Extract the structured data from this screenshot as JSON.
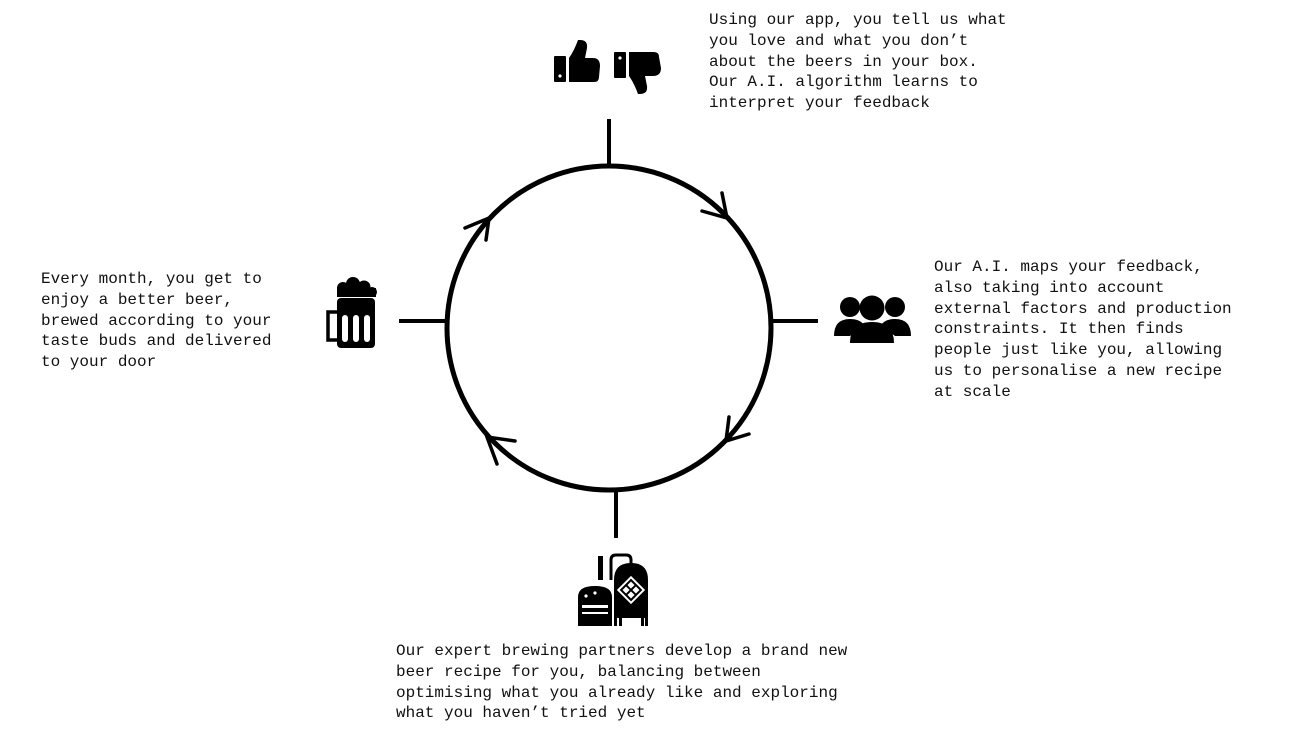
{
  "colors": {
    "background": "#ffffff",
    "stroke": "#000000",
    "text": "#111111"
  },
  "steps": [
    {
      "id": "feedback",
      "icon": "thumbs-up-down-icon",
      "lines": [
        "Using our app, you tell us what",
        "you love and what you don’t",
        "about the beers in your box.",
        "Our A.I. algorithm learns to",
        "interpret your feedback"
      ]
    },
    {
      "id": "ai",
      "icon": "people-group-icon",
      "lines": [
        "Our A.I. maps your feedback,",
        "also taking into account",
        "external factors and production",
        "constraints. It then finds",
        "people just like you, allowing",
        "us to personalise a new recipe",
        "at scale"
      ]
    },
    {
      "id": "brewing",
      "icon": "brewery-tanks-icon",
      "lines": [
        "Our expert brewing partners develop a brand new",
        "beer recipe for you, balancing between",
        "optimising what you already like and exploring",
        "what you haven’t tried yet"
      ]
    },
    {
      "id": "delivery",
      "icon": "beer-mug-icon",
      "lines": [
        "Every month, you get to",
        "enjoy a better beer,",
        "brewed according to your",
        "taste buds and delivered",
        "to your door"
      ]
    }
  ]
}
